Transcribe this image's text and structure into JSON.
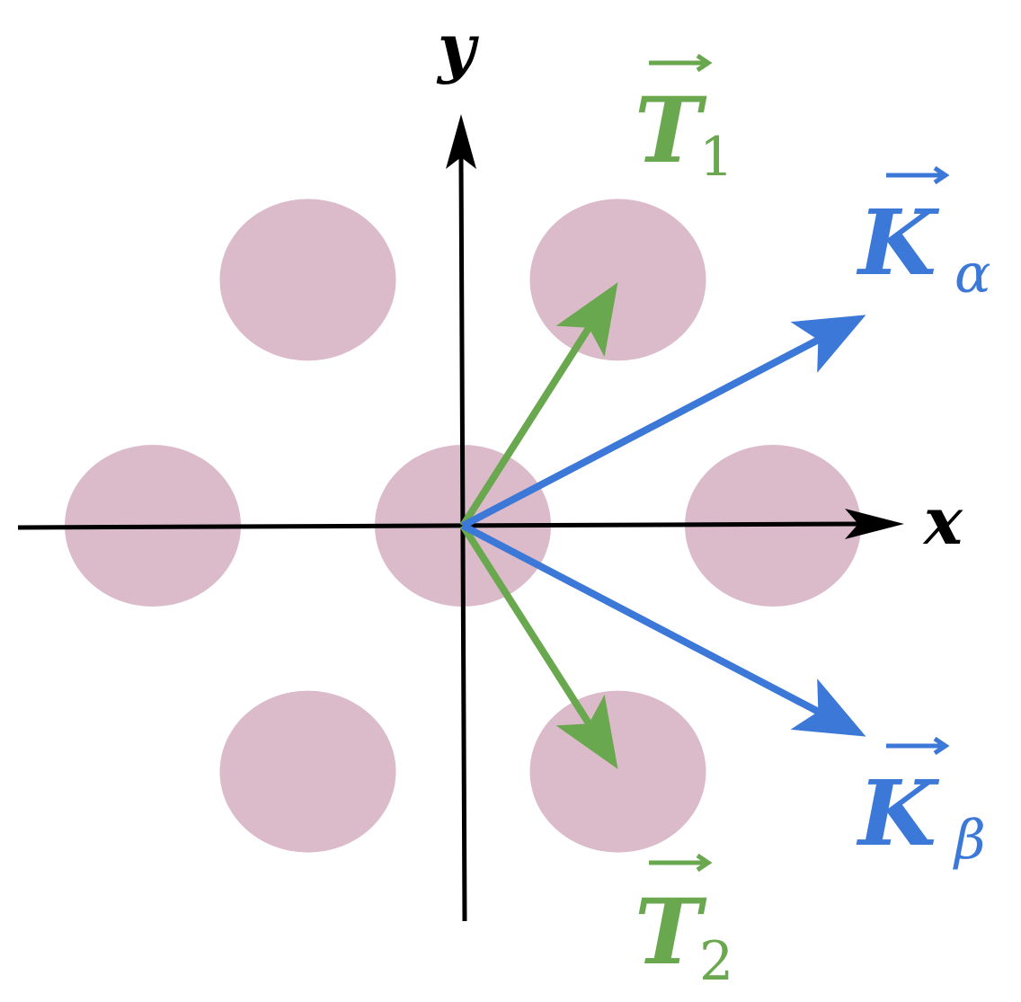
{
  "colors": {
    "lattice": "#dbbaca",
    "axis": "#000000",
    "green": "#6aa84f",
    "blue": "#3c78d8"
  },
  "axes": {
    "x_label": "x",
    "y_label": "y"
  },
  "lattice_points": [
    {
      "name": "origin",
      "a": 0,
      "b": 0
    },
    {
      "name": "upper-left",
      "a": -0.5,
      "b": 0.866
    },
    {
      "name": "upper-right",
      "a": 0.5,
      "b": 0.866
    },
    {
      "name": "left",
      "a": -1,
      "b": 0
    },
    {
      "name": "right",
      "a": 1,
      "b": 0
    },
    {
      "name": "lower-left",
      "a": -0.5,
      "b": -0.866
    },
    {
      "name": "lower-right",
      "a": 0.5,
      "b": -0.866
    }
  ],
  "vectors": {
    "T1": {
      "main": "T",
      "sub": "1",
      "color_key": "green",
      "dx": 0.5,
      "dy": 0.866
    },
    "T2": {
      "main": "T",
      "sub": "2",
      "color_key": "green",
      "dx": 0.5,
      "dy": -0.866
    },
    "Ka": {
      "main": "K",
      "sub": "α",
      "color_key": "blue",
      "dx": 1.3,
      "dy": 0.75
    },
    "Kb": {
      "main": "K",
      "sub": "β",
      "color_key": "blue",
      "dx": 1.3,
      "dy": -0.75
    }
  }
}
